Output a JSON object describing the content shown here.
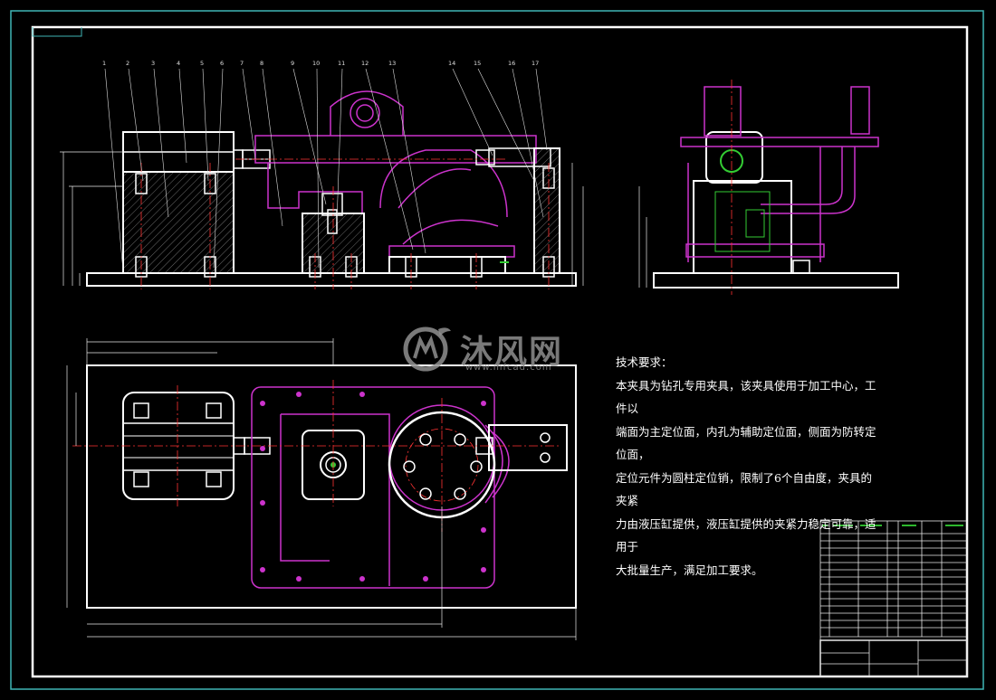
{
  "drawing": {
    "part_numbers": [
      "1",
      "2",
      "3",
      "4",
      "5",
      "6",
      "7",
      "8",
      "9",
      "10",
      "11",
      "12",
      "13",
      "14",
      "15",
      "16",
      "17"
    ],
    "colors": {
      "frame": "#ffffff",
      "outer_frame": "#3fb5b5",
      "outline": "#ffffff",
      "fixture": "#cc33cc",
      "hidden": "#ff3333",
      "green": "#33cc33",
      "dimension": "#e8e8e8"
    }
  },
  "tech_requirements": {
    "title": "技术要求：",
    "lines": [
      "本夹具为钻孔专用夹具，该夹具使用于加工中心，工件以",
      "端面为主定位面，内孔为辅助定位面，侧面为防转定位面，",
      "定位元件为圆柱定位销，限制了6个自由度，夹具的夹紧",
      "力由液压缸提供，液压缸提供的夹紧力稳定可靠，适用于",
      "大批量生产，满足加工要求。"
    ]
  },
  "watermark": {
    "text": "沐风网",
    "url": "www.mfcad.com",
    "icon": "mf-logo-icon"
  }
}
